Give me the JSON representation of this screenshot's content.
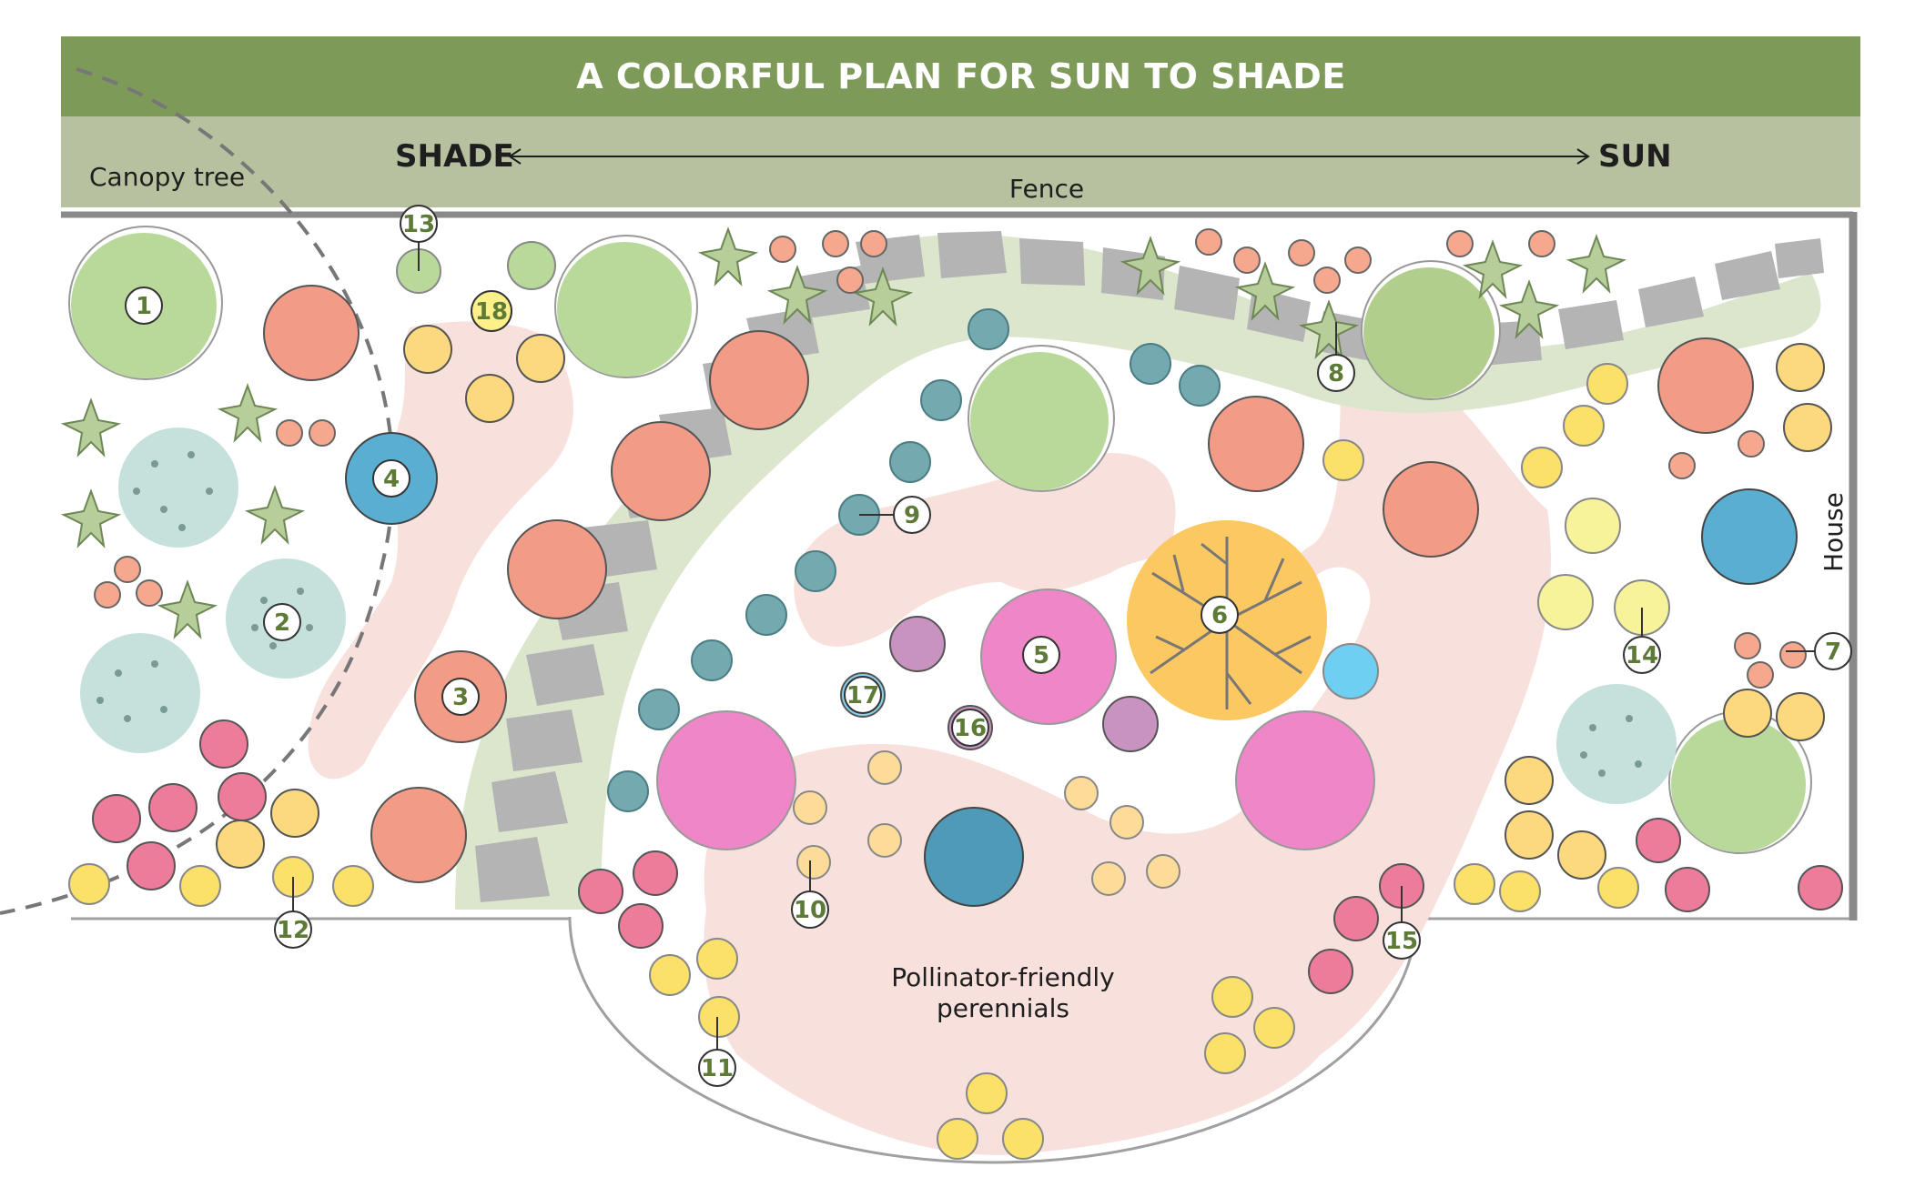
{
  "title": "A COLORFUL PLAN FOR SUN TO SHADE",
  "labels": {
    "shade": "SHADE",
    "sun": "SUN",
    "fence": "Fence",
    "canopy_tree": "Canopy tree",
    "house": "House",
    "perennials_line1": "Pollinator-friendly",
    "perennials_line2": "perennials"
  },
  "colors": {
    "header_dark": "#7e9a58",
    "header_light": "#b7c19f",
    "fence_wall": "#8a8a8a",
    "path_band": "#dce6cd",
    "stones": "#b4b4b4",
    "perennial_bed": "#f8e1dc",
    "green_shrub": "#b9d99a",
    "red_spiky": "#f29c88",
    "blue_spiky": "#5aaed2",
    "teal_dots": "#74a9b0",
    "pink_shrub": "#ef86c8",
    "yellow_tree": "#fbc862",
    "label_green": "#5e7a37"
  },
  "icons": [
    "canopy-tree-outline",
    "green-shrub-icon",
    "spiky-flower-icon",
    "star-grass-icon",
    "speckled-shrub-icon",
    "round-perennial-icon",
    "sun-flower-icon",
    "stepping-stone-icon"
  ],
  "callouts": [
    "1",
    "2",
    "3",
    "4",
    "5",
    "6",
    "7",
    "8",
    "9",
    "10",
    "11",
    "12",
    "13",
    "14",
    "15",
    "16",
    "17",
    "18"
  ]
}
